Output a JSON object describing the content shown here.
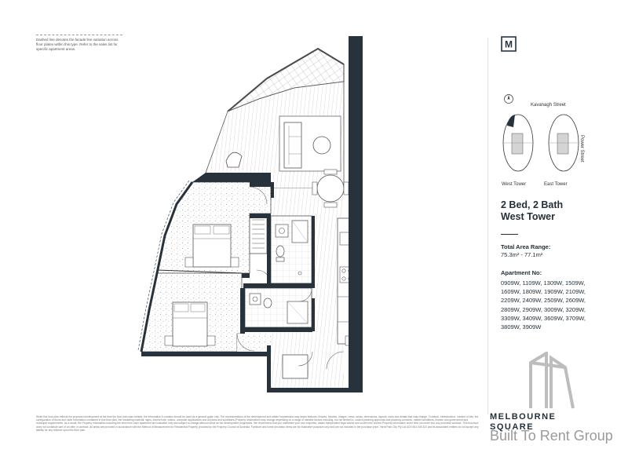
{
  "note": {
    "text": "Dashed line denotes the facade line variation across floor plates within this type. Refer to the sales list for specific apartment areas."
  },
  "logo": {
    "letter": "M"
  },
  "site_plan": {
    "street_top": "Kavanagh Street",
    "street_right": "Power Street",
    "west_tower_label": "West Tower",
    "east_tower_label": "East Tower"
  },
  "unit": {
    "title_line1": "2 Bed, 2 Bath",
    "title_line2": "West Tower",
    "area_label": "Total Area Range:",
    "area_value": "75.3m² - 77.1m²",
    "apartment_label": "Apartment No:",
    "apartments": "0909W, 1109W, 1309W, 1509W, 1609W, 1809W, 1909W, 2109W, 2209W, 2409W, 2509W, 2609W, 2809W, 2909W, 3009W, 3209W, 3309W, 3409W, 3609W, 3709W, 3809W, 3909W"
  },
  "brand": {
    "line1": "MELBOURNE",
    "line2": "SQUARE",
    "watermark": "Built To Rent Group"
  },
  "disclaimer": "While this floor plan reflects the proposed development at the time the floor plan was created, the information it contains should be used as a general guide only. The representations of the development and artists' impressions may depict features, fixtures, finishes, images, views, areas, dimensions, layouts, sizes and details that may change. Furniture, infrastructure, number of lots, the configuration of floors and other information contained in this floor plan, the marketing material, signs, internet site, videos, computer applications and all plans and schedules (Property Information) may change depending on a range of variable factors including, but not limited to, council planning approvals and planning consents, market conditions, finance and government and municipal requirements. As a result, the Property Information including the view from each apartment are indicative only and subject to change without notice as the development progresses. We recommend that you undertake your own enquiries, obtain independent legal advice and confirm the current Property Information at the time you enter into any purchase contract. This brochure does not constitute part of an offer or contract. All areas are provided in accordance with the Method of Measurement for Residential Property provided by the Property Council of Australia. Furniture and home decorator items are for illustrative purposes only and are not included in the purchase price. Yarra Park City Pty Ltd ACN 604 045 322 and its associated entities do not accept any liability for any reliance upon this floor plan."
}
